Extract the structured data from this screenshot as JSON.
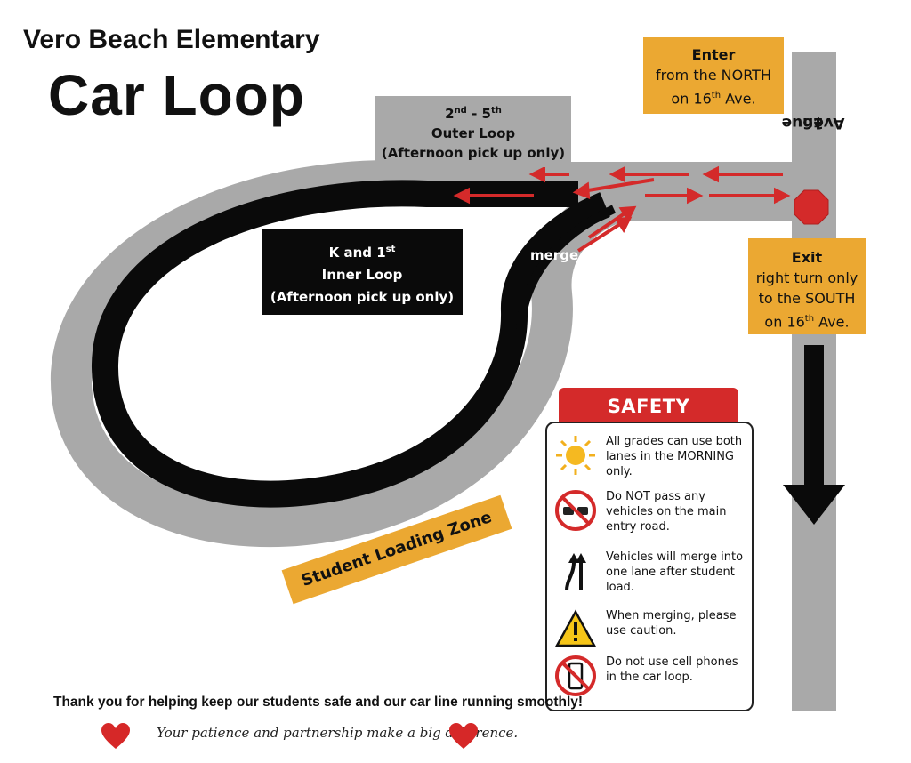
{
  "title": {
    "line1": "Vero Beach Elementary",
    "line2": "Car Loop"
  },
  "outer_loop": {
    "grades_start": "2",
    "grades_start_sup": "nd",
    "grades_sep": " - ",
    "grades_end": "5",
    "grades_end_sup": "th",
    "name": "Outer Loop",
    "note": "(Afternoon pick up only)"
  },
  "inner_loop": {
    "grades_a": "K and 1",
    "grades_a_sup": "st",
    "name": "Inner Loop",
    "note": "(Afternoon pick up only)"
  },
  "enter": {
    "heading": "Enter",
    "line1": "from the NORTH",
    "line2_pre": "on 16",
    "line2_sup": "th",
    "line2_post": " Ave."
  },
  "exit": {
    "heading": "Exit",
    "line1": "right turn only",
    "line2": "to the SOUTH",
    "line3_pre": "on 16",
    "line3_sup": "th",
    "line3_post": " Ave."
  },
  "road": {
    "name_pre": "16",
    "name_sup": "th",
    "name_post": " Avenue"
  },
  "merge_label": "merge",
  "loading_zone": "Student Loading Zone",
  "safety": {
    "header": "SAFETY REMINDERS",
    "tips": [
      {
        "icon": "sun-icon",
        "text": "All grades can use both lanes in the MORNING only."
      },
      {
        "icon": "no-passing-icon",
        "text": "Do NOT pass any vehicles on the main entry road."
      },
      {
        "icon": "lane-merge-icon",
        "text": "Vehicles will merge into one lane after student load."
      },
      {
        "icon": "warning-icon",
        "text": "When merging, please use caution."
      },
      {
        "icon": "no-phone-icon",
        "text": "Do not use cell phones in the car loop."
      }
    ]
  },
  "footer": {
    "thanks": "Thank you for helping keep our students safe and our car line running smoothly!",
    "script": "Your patience and partnership make a big difference."
  },
  "colors": {
    "road_gray": "#a9a9a9",
    "inner_black": "#0a0a0a",
    "sign_orange": "#eba832",
    "arrow_red": "#d42a2a",
    "heart_red": "#d62828"
  }
}
